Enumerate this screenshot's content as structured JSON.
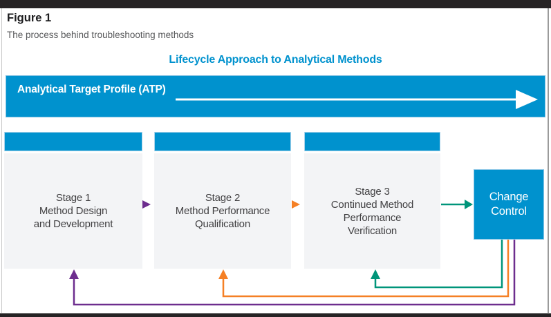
{
  "figure": {
    "label": "Figure 1",
    "caption": "The process behind troubleshooting methods",
    "title": "Lifecycle Approach to Analytical Methods"
  },
  "atp_bar": {
    "label": "Analytical Target Profile (ATP)"
  },
  "stages": [
    {
      "name": "Stage 1",
      "text": "Stage 1\nMethod Design\nand Development"
    },
    {
      "name": "Stage 2",
      "text": "Stage 2\nMethod Performance\nQualification"
    },
    {
      "name": "Stage 3",
      "text": "Stage 3\nContinued Method\nPerformance\nVerification"
    }
  ],
  "change_control": {
    "text": "Change\nControl"
  },
  "connections": [
    {
      "from": "Stage 1",
      "to": "Stage 2",
      "color": "purple",
      "style": "solid-triangle"
    },
    {
      "from": "Stage 2",
      "to": "Stage 3",
      "color": "orange",
      "style": "solid-triangle"
    },
    {
      "from": "Stage 3",
      "to": "Change Control",
      "color": "teal",
      "style": "arrow"
    },
    {
      "from": "Change Control",
      "to": "Stage 3",
      "color": "teal",
      "style": "feedback-arrow"
    },
    {
      "from": "Change Control",
      "to": "Stage 2",
      "color": "orange",
      "style": "feedback-arrow"
    },
    {
      "from": "Change Control",
      "to": "Stage 1",
      "color": "purple",
      "style": "feedback-arrow"
    }
  ],
  "colors": {
    "blue": "#0092ce",
    "purple": "#6d2d8e",
    "orange": "#f58025",
    "teal": "#00957a",
    "white": "#ffffff",
    "dark_bar": "#262324",
    "stage_body_gray": "#f3f4f6",
    "stage_text": "#414042",
    "caption_gray": "#58595b"
  }
}
